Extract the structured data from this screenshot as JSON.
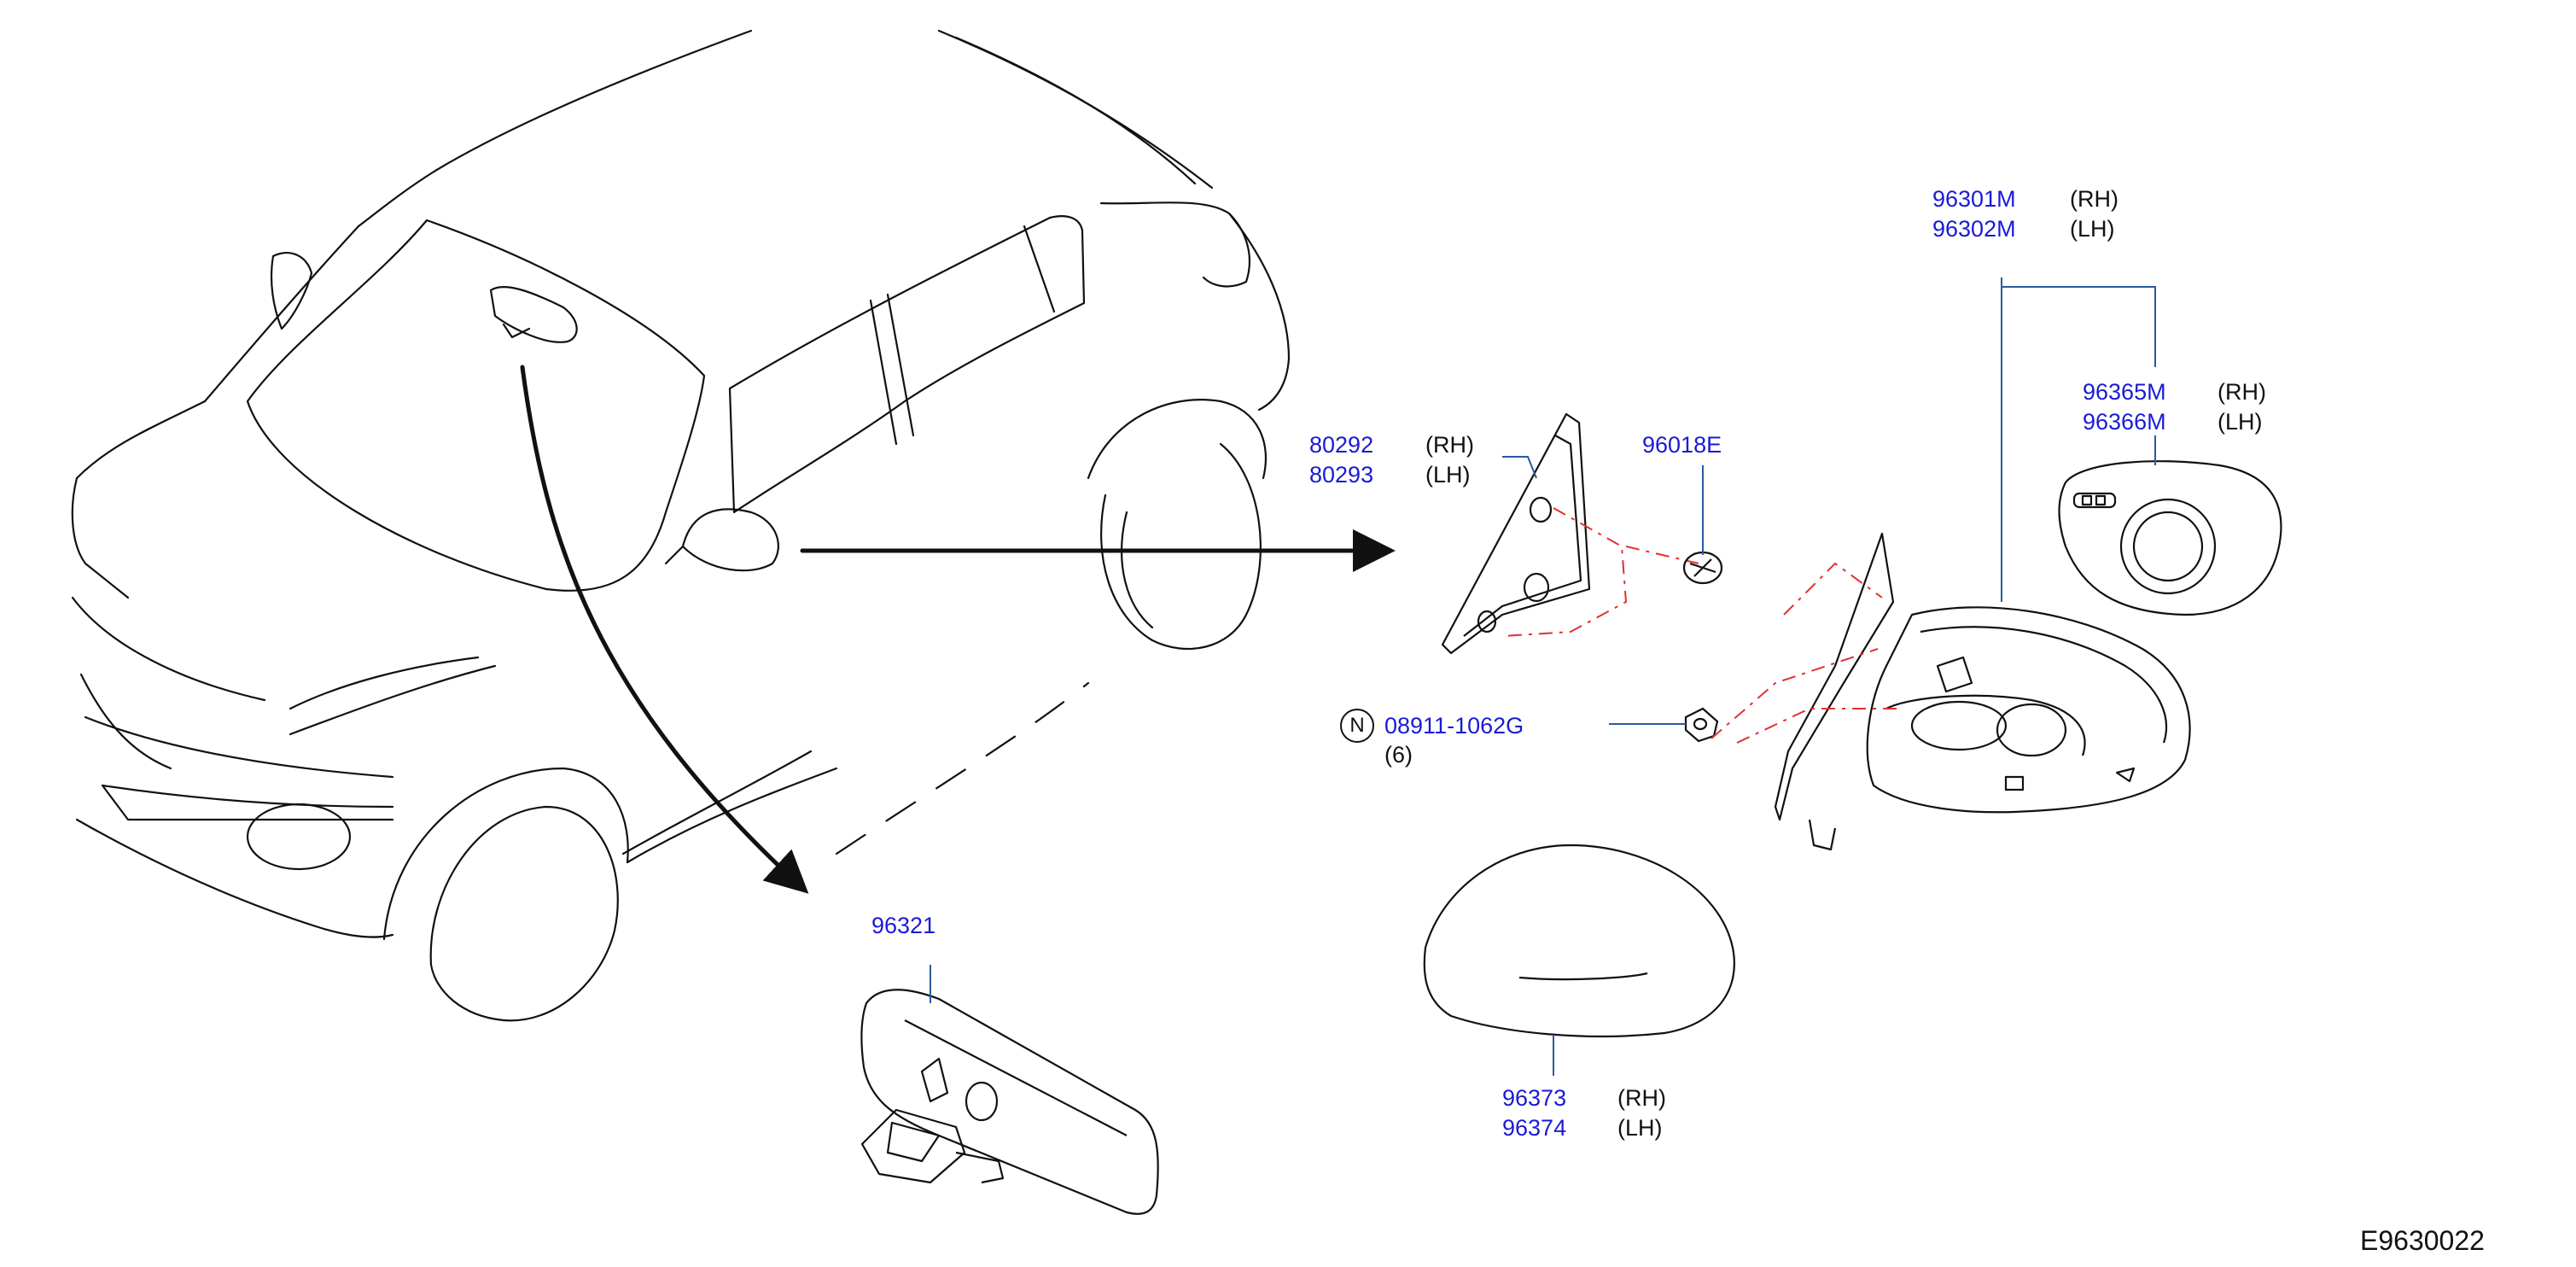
{
  "diagram": {
    "callouts": [
      {
        "id": "inner-mirror",
        "part": "96321"
      },
      {
        "id": "corner-finisher",
        "part_rh": "80292",
        "part_lh": "80293",
        "rh": "(RH)",
        "lh": "(LH)"
      },
      {
        "id": "grommet",
        "part": "96018E"
      },
      {
        "id": "nut",
        "badge": "N",
        "part": "08911-1062G",
        "qty": "(6)"
      },
      {
        "id": "door-mirror-assy",
        "part_rh": "96301M",
        "part_lh": "96302M",
        "rh": "(RH)",
        "lh": "(LH)"
      },
      {
        "id": "mirror-glass",
        "part_rh": "96365M",
        "part_lh": "96366M",
        "rh": "(RH)",
        "lh": "(LH)"
      },
      {
        "id": "mirror-cover",
        "part_rh": "96373",
        "part_lh": "96374",
        "rh": "(RH)",
        "lh": "(LH)"
      }
    ],
    "figure_code": "E9630022"
  },
  "colors": {
    "part_number": "#1a1ad6",
    "leader": "#2a5a9e",
    "line_art": "#111111",
    "phantom": "#e23030"
  }
}
